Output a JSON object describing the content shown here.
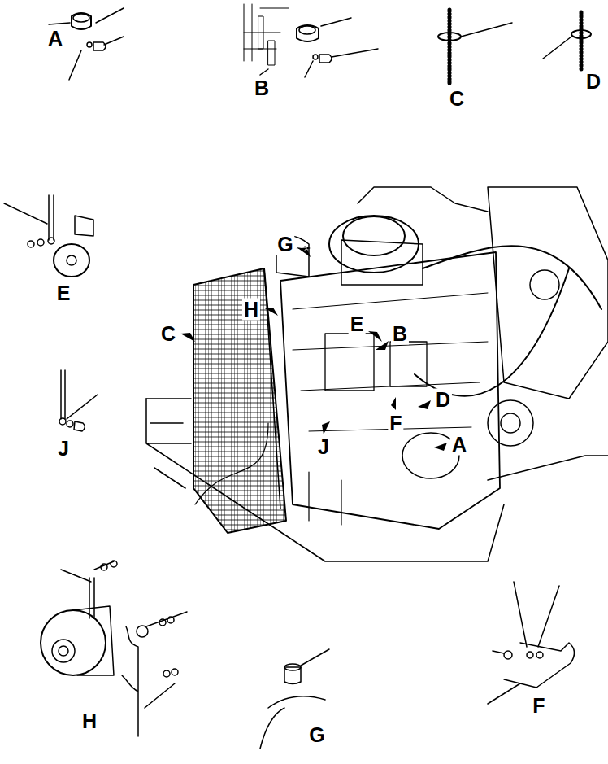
{
  "diagram": {
    "labels": [
      "A",
      "B",
      "C",
      "D",
      "E",
      "G",
      "H",
      "C",
      "E",
      "B",
      "D",
      "F",
      "J",
      "A",
      "J",
      "H",
      "G",
      "F"
    ]
  }
}
